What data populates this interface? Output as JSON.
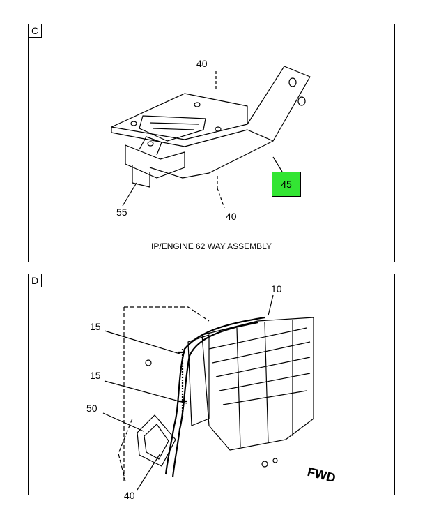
{
  "panel_c": {
    "letter": "C",
    "caption": "IP/ENGINE 62 WAY ASSEMBLY",
    "callouts": {
      "top_40": "40",
      "bottom_40": "40",
      "c55": "55",
      "c45": "45"
    },
    "highlight_color": "#33e533"
  },
  "panel_d": {
    "letter": "D",
    "callouts": {
      "c10": "10",
      "c15_top": "15",
      "c15_mid": "15",
      "c50": "50",
      "c40": "40"
    },
    "direction_label": "FWD"
  },
  "footer": {
    "left": "",
    "right": ""
  }
}
